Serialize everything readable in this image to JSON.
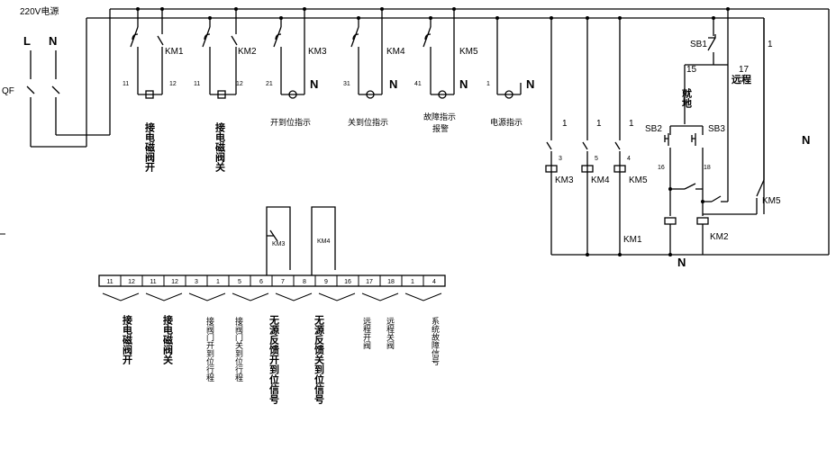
{
  "supply": {
    "title": "220V电源",
    "L": "L",
    "N": "N",
    "QF": "QF"
  },
  "top_labels": {
    "km1": "KM1",
    "km2": "KM2",
    "km3": "KM3",
    "km4": "KM4",
    "km5": "KM5",
    "n_km3": "N",
    "n_km4": "N",
    "n_km5": "N",
    "n_power": "N",
    "t11a": "11",
    "t12a": "12",
    "t11b": "11",
    "t12b": "12",
    "t21": "21",
    "t31": "31",
    "t41": "41",
    "t1p": "1"
  },
  "top_captions": {
    "open_valve": "接电磁阀开",
    "close_valve": "接电磁阀关",
    "open_lamp": "开到位指示",
    "close_lamp": "关到位指示",
    "fault_lamp_1": "故障指示",
    "fault_lamp_2": "报警",
    "power_lamp": "电源指示"
  },
  "relay": {
    "one_a": "1",
    "one_b": "1",
    "one_c": "1",
    "n3": "3",
    "n5": "5",
    "n4": "4",
    "km3": "KM3",
    "km4": "KM4",
    "km5": "KM5",
    "km1": "KM1",
    "km2": "KM2",
    "n_bottom": "N",
    "n_right": "N",
    "sb1": "SB1",
    "sb2": "SB2",
    "sb3": "SB3",
    "one_sb1": "1",
    "t15": "15",
    "t17": "17",
    "t16": "16",
    "t18": "18",
    "local": "就地",
    "remote": "远程",
    "km5_r": "KM5"
  },
  "feedback": {
    "km3": "KM3",
    "km4": "KM4"
  },
  "terminals": [
    "11",
    "12",
    "11",
    "12",
    "3",
    "1",
    "5",
    "6",
    "7",
    "8",
    "9",
    "16",
    "17",
    "18",
    "1",
    "4"
  ],
  "bottom_captions": {
    "c1": "接电磁阀开",
    "c2": "接电磁阀关",
    "c3": "接阀门开到位行程",
    "c4": "接阀门关到位行程",
    "c5": "无源反馈开到位信号",
    "c6": "无源反馈关到位信号",
    "c7": "远程开阀",
    "c8": "远程关阀",
    "c9": "系统故障信号"
  }
}
